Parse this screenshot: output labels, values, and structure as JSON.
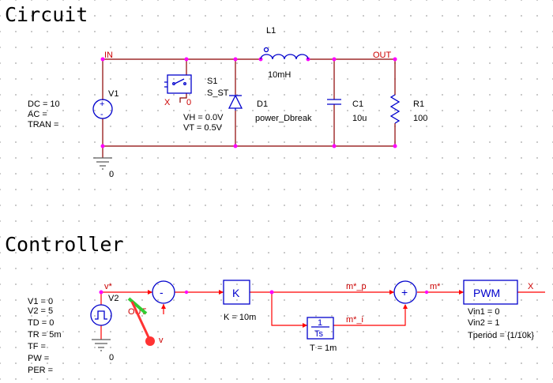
{
  "titles": {
    "circuit": "Circuit",
    "controller": "Controller"
  },
  "circuit": {
    "net_in": "IN",
    "net_out": "OUT",
    "ground": "0",
    "source": {
      "name": "V1",
      "params": [
        "DC = 10",
        "AC =",
        "TRAN ="
      ]
    },
    "switch": {
      "name": "S1",
      "model": "S_ST",
      "pin_x": "X",
      "pin_0": "0",
      "params": [
        "VH = 0.0V",
        "VT = 0.5V"
      ]
    },
    "diode": {
      "name": "D1",
      "model": "power_Dbreak"
    },
    "inductor": {
      "name": "L1",
      "value": "10mH"
    },
    "capacitor": {
      "name": "C1",
      "value": "10u"
    },
    "resistor": {
      "name": "R1",
      "value": "100"
    }
  },
  "controller": {
    "source": {
      "name": "V2",
      "params": [
        "V1 = 0",
        "V2 = 5",
        "TD = 0",
        "TR = 5m",
        "TF =",
        "PW =",
        "PER ="
      ]
    },
    "ground": "0",
    "net_vstar": "v*",
    "net_out": "OUT",
    "probe_label": "v",
    "sum1_sign": "-",
    "gain": {
      "symbol": "K",
      "param": "K = 10m"
    },
    "integrator": {
      "num": "1",
      "den": "Ts",
      "param": "T = 1m"
    },
    "net_mp": "m*_p",
    "net_mi": "m*_i",
    "sum2_sign": "+",
    "net_mstar": "m*",
    "pwm": {
      "label": "PWM",
      "out": "X",
      "params": [
        "Vin1 = 0",
        "Vin2 = 1",
        "Tperiod = {1/10k}"
      ]
    }
  },
  "colors": {
    "wire": "#8b0000",
    "control_wire": "#ff0000",
    "component": "#0000cc",
    "junction": "#ff00ff",
    "probe": "#ff3333"
  }
}
